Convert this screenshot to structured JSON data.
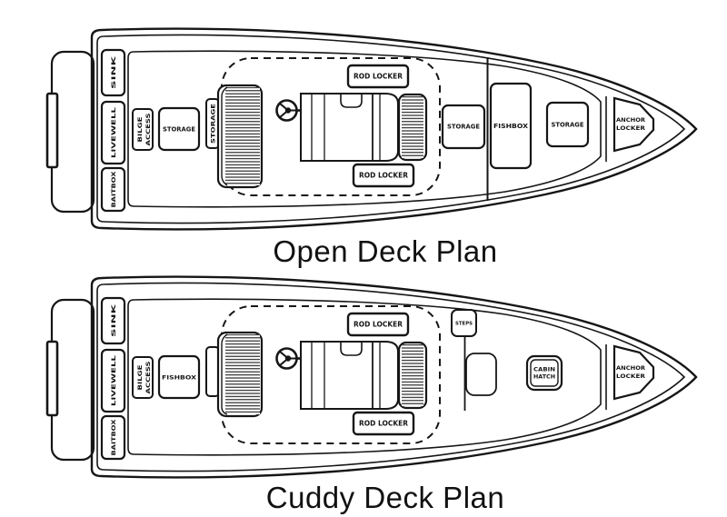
{
  "figure": {
    "type": "boat deck plan diagram",
    "background": "#ffffff",
    "ink": "#161616"
  },
  "open_plan": {
    "title": "Open Deck Plan",
    "labels": {
      "sink": "SINK",
      "livewell": "LIVEWELL",
      "baitbox": "BAITBOX",
      "bilge_access_line1": "BILGE",
      "bilge_access_line2": "ACCESS",
      "storage_aft": "STORAGE",
      "seat_storage": "STORAGE",
      "rod_locker_top": "ROD LOCKER",
      "rod_locker_bottom": "ROD LOCKER",
      "storage_mid": "STORAGE",
      "fishbox": "FISHBOX",
      "storage_bow": "STORAGE",
      "anchor_locker_line1": "ANCHOR",
      "anchor_locker_line2": "LOCKER"
    }
  },
  "cuddy_plan": {
    "title": "Cuddy Deck Plan",
    "labels": {
      "sink": "SINK",
      "livewell": "LIVEWELL",
      "baitbox": "BAITBOX",
      "bilge_access_line1": "BILGE",
      "bilge_access_line2": "ACCESS",
      "fishbox": "FISHBOX",
      "rod_locker_top": "ROD LOCKER",
      "rod_locker_bottom": "ROD LOCKER",
      "steps": "STEPS",
      "cabin_hatch_line1": "CABIN",
      "cabin_hatch_line2": "HATCH",
      "anchor_locker_line1": "ANCHOR",
      "anchor_locker_line2": "LOCKER"
    }
  }
}
